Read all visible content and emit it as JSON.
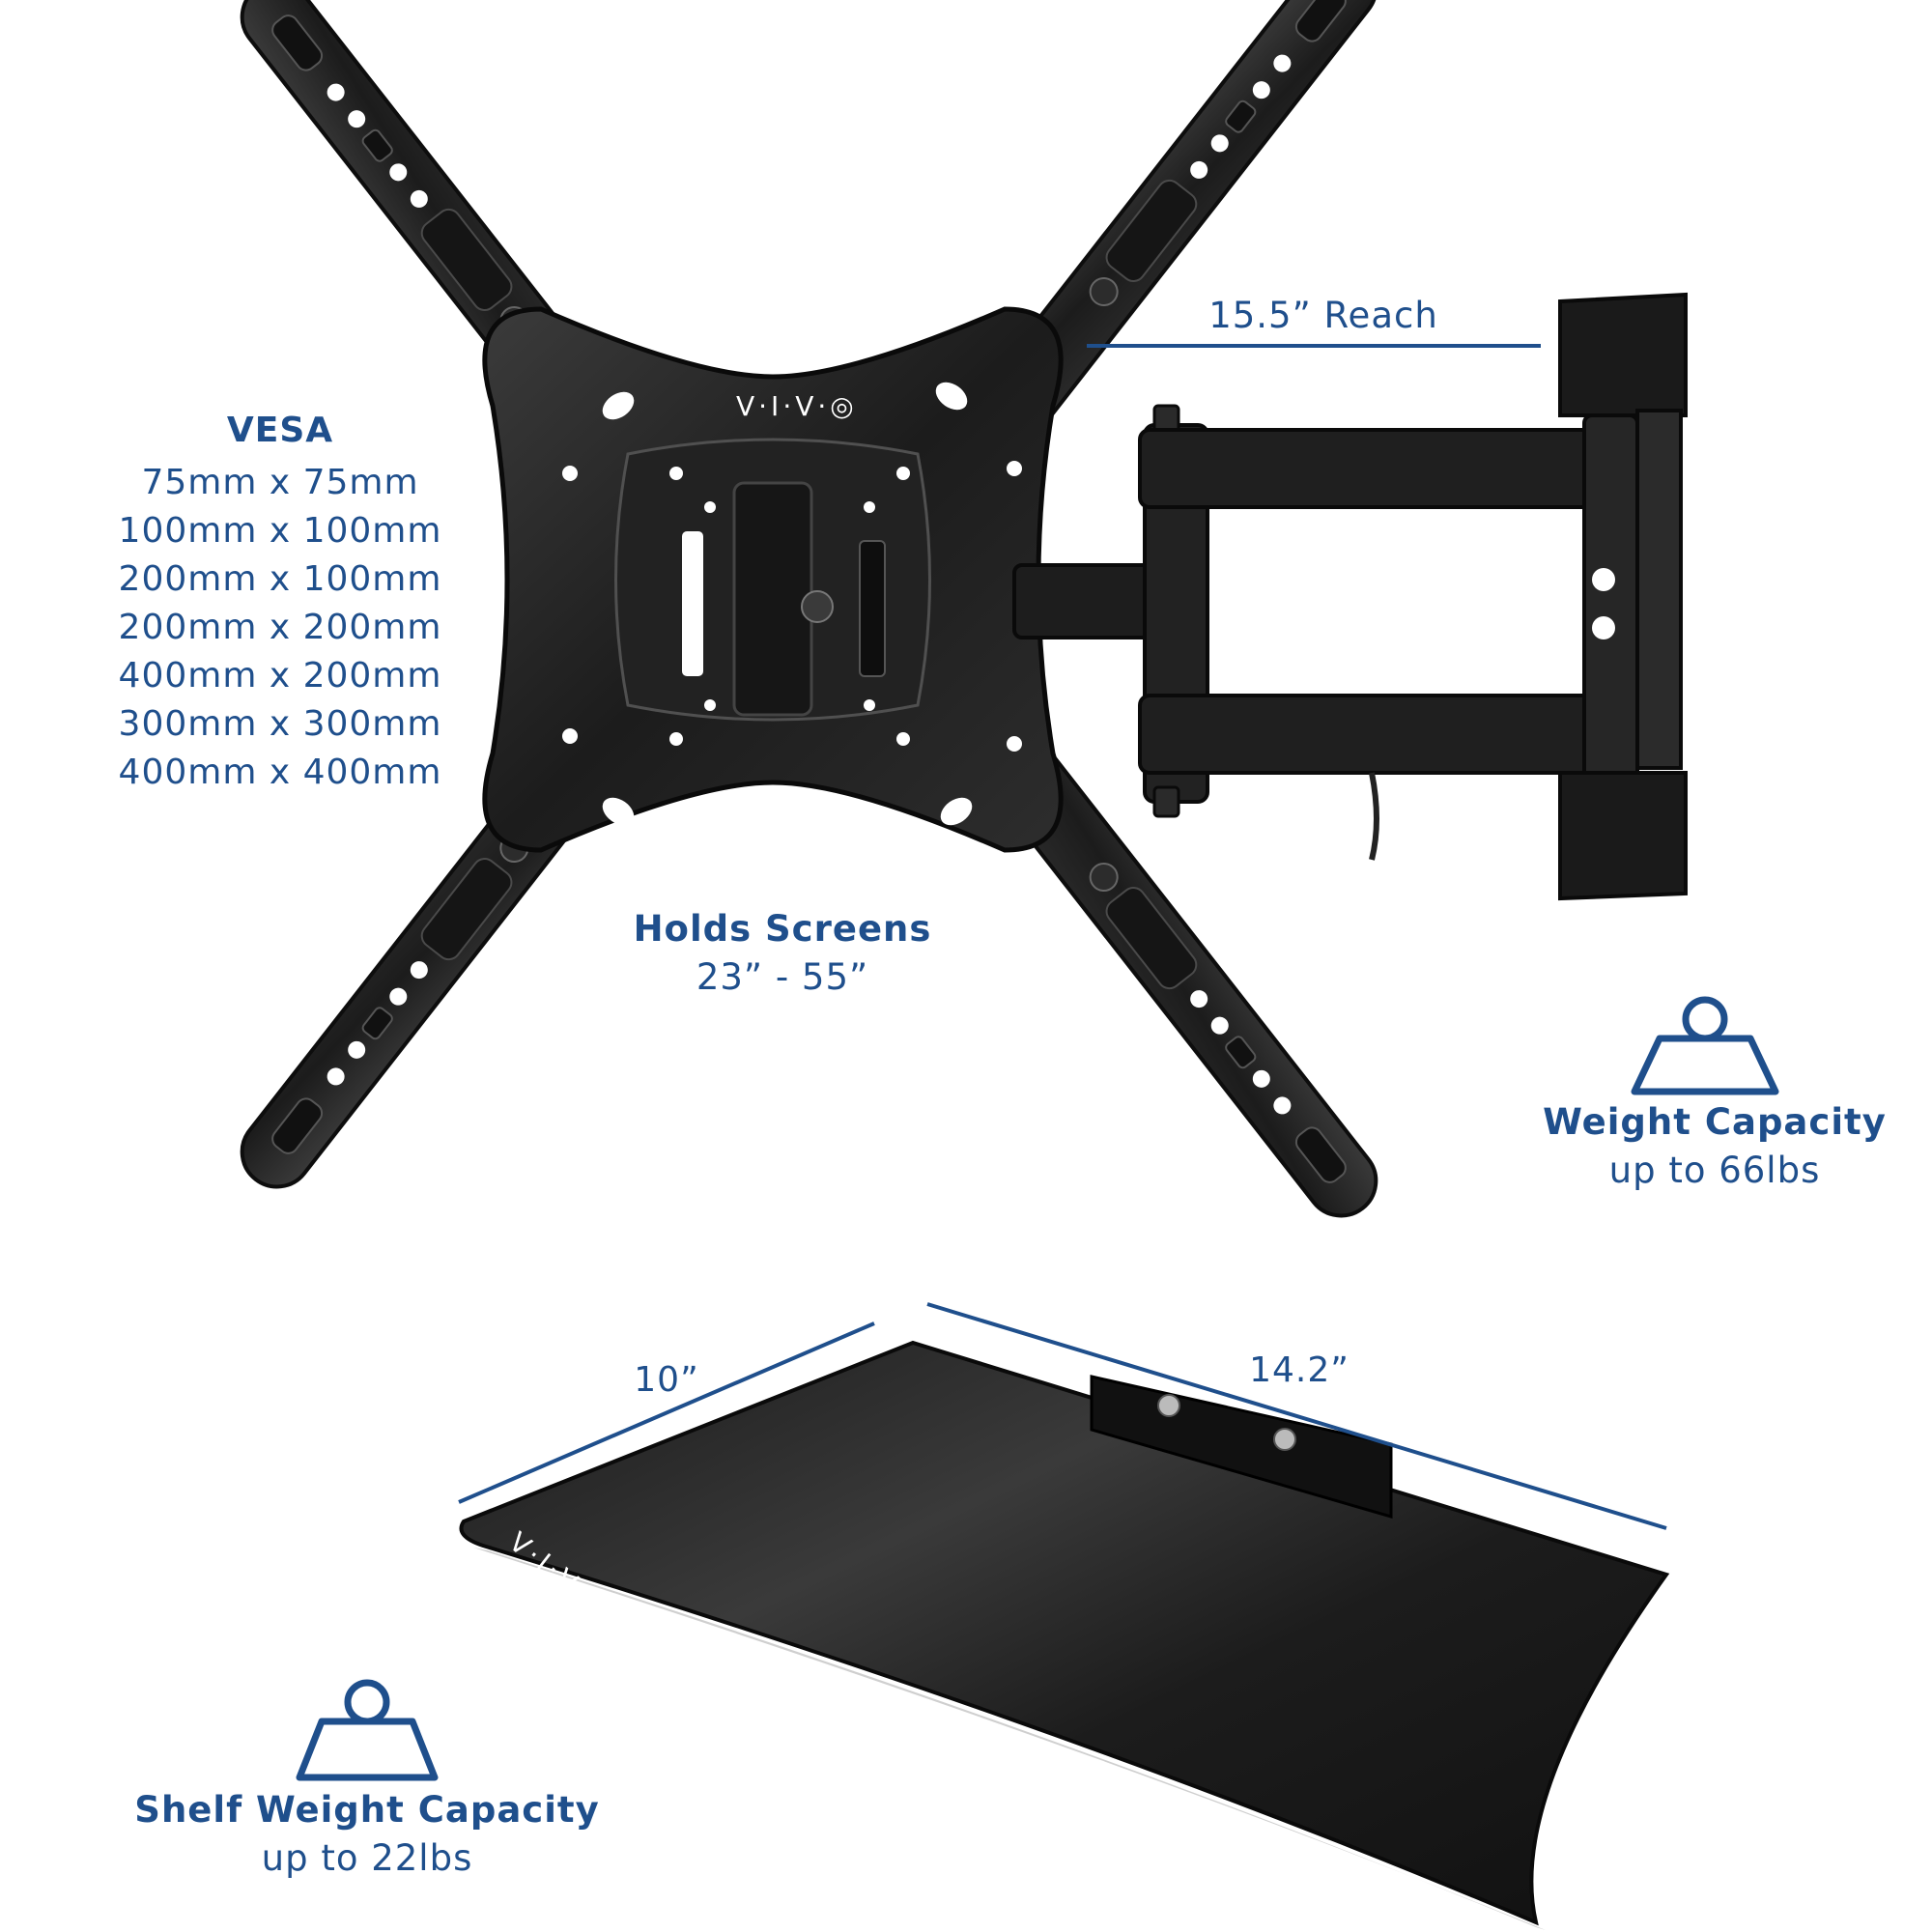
{
  "vesa": {
    "title": "VESA",
    "sizes": [
      "75mm x 75mm",
      "100mm x 100mm",
      "200mm x 100mm",
      "200mm x 200mm",
      "400mm x 200mm",
      "300mm x 300mm",
      "400mm x 400mm"
    ]
  },
  "reach": {
    "label": "15.5” Reach"
  },
  "screens": {
    "title": "Holds Screens",
    "range": "23” - 55”"
  },
  "weight": {
    "title": "Weight Capacity",
    "value": "up to 66lbs"
  },
  "shelf": {
    "title": "Shelf Weight Capacity",
    "value": "up to 22lbs",
    "depth": "10”",
    "width": "14.2”"
  },
  "brand": {
    "logo": "V·I·V·"
  },
  "colors": {
    "text": "#1f4f8c",
    "metal": "#1e1e1e",
    "metal_light": "#3a3a3a",
    "glass": "#2a2a2a"
  },
  "icons": [
    "weight-icon"
  ]
}
